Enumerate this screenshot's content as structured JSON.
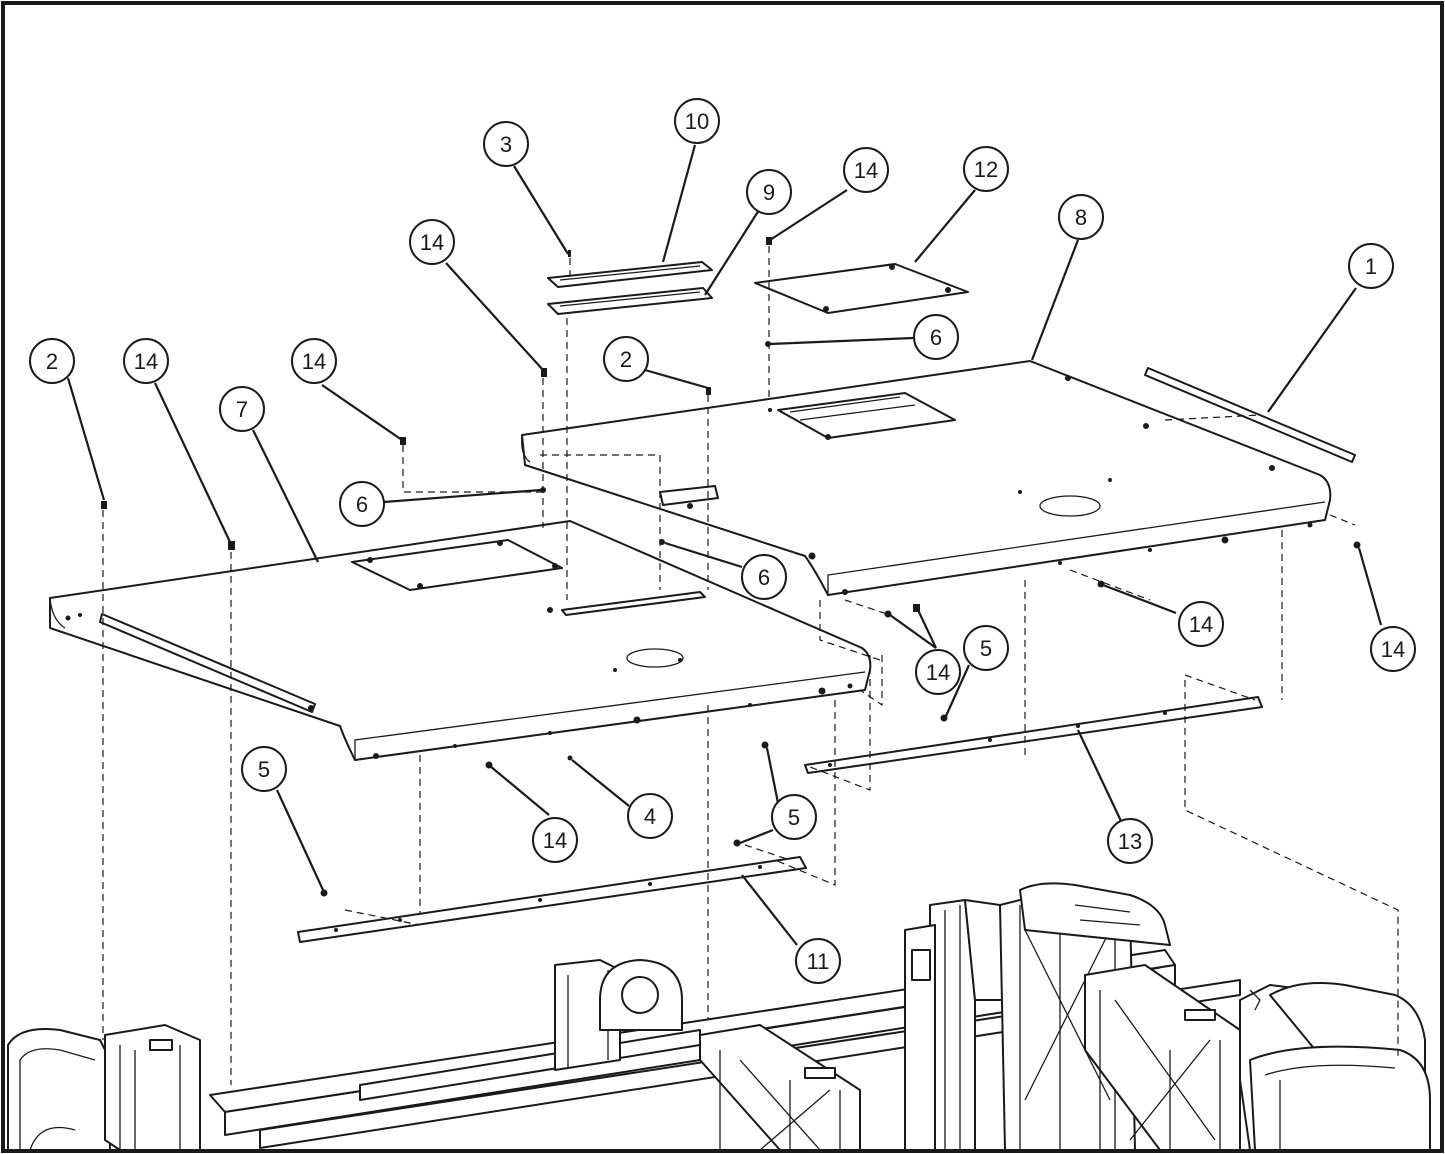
{
  "callouts": [
    {
      "label": "1"
    },
    {
      "label": "2"
    },
    {
      "label": "2"
    },
    {
      "label": "3"
    },
    {
      "label": "4"
    },
    {
      "label": "5"
    },
    {
      "label": "5"
    },
    {
      "label": "5"
    },
    {
      "label": "6"
    },
    {
      "label": "6"
    },
    {
      "label": "6"
    },
    {
      "label": "7"
    },
    {
      "label": "8"
    },
    {
      "label": "9"
    },
    {
      "label": "10"
    },
    {
      "label": "11"
    },
    {
      "label": "12"
    },
    {
      "label": "13"
    },
    {
      "label": "14"
    },
    {
      "label": "14"
    },
    {
      "label": "14"
    },
    {
      "label": "14"
    },
    {
      "label": "14"
    },
    {
      "label": "14"
    },
    {
      "label": "14"
    },
    {
      "label": "14"
    }
  ]
}
